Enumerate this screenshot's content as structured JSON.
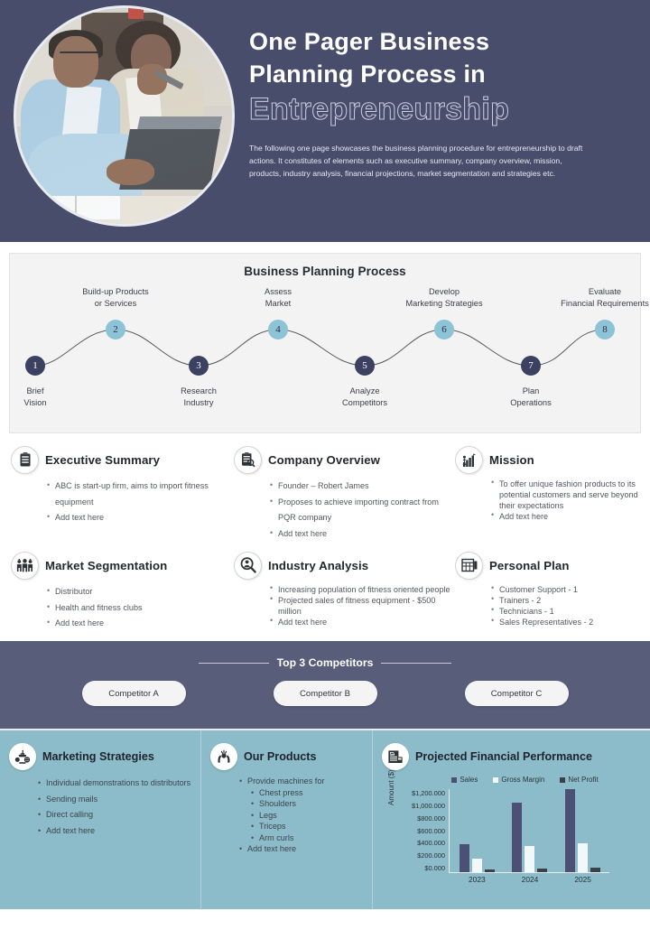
{
  "header": {
    "title_line1": "One Pager Business",
    "title_line2": "Planning Process in",
    "title_outline": "Entrepreneurship",
    "description": "The following one page showcases the business planning procedure for entrepreneurship to draft actions. It constitutes of elements such as executive summary, company overview, mission, products, industry analysis, financial projections, market segmentation and strategies etc.",
    "photo_alt": "business-meeting-photo"
  },
  "process": {
    "title": "Business Planning Process",
    "nodes": [
      {
        "num": "1",
        "label_line1": "Brief",
        "label_line2": "Vision",
        "position": "below",
        "tone": "dark"
      },
      {
        "num": "2",
        "label_line1": "Build-up Products",
        "label_line2": "or Services",
        "position": "above",
        "tone": "light"
      },
      {
        "num": "3",
        "label_line1": "Research",
        "label_line2": "Industry",
        "position": "below",
        "tone": "dark"
      },
      {
        "num": "4",
        "label_line1": "Assess",
        "label_line2": "Market",
        "position": "above",
        "tone": "light"
      },
      {
        "num": "5",
        "label_line1": "Analyze",
        "label_line2": "Competitors",
        "position": "below",
        "tone": "dark"
      },
      {
        "num": "6",
        "label_line1": "Develop",
        "label_line2": "Marketing Strategies",
        "position": "above",
        "tone": "light"
      },
      {
        "num": "7",
        "label_line1": "Plan",
        "label_line2": "Operations",
        "position": "below",
        "tone": "dark"
      },
      {
        "num": "8",
        "label_line1": "Evaluate",
        "label_line2": "Financial Requirements",
        "position": "above",
        "tone": "light"
      }
    ]
  },
  "cards": [
    {
      "icon": "clipboard-checklist-icon",
      "title": "Executive Summary",
      "bullets": [
        "ABC is start-up firm, aims to import fitness equipment",
        "Add text here"
      ],
      "spacing": "loose"
    },
    {
      "icon": "clipboard-search-icon",
      "title": "Company Overview",
      "bullets": [
        "Founder – Robert James",
        "Proposes to achieve importing contract from PQR company",
        "Add text here"
      ],
      "spacing": "loose"
    },
    {
      "icon": "growth-chart-icon",
      "title": "Mission",
      "bullets": [
        "To offer unique fashion products to its potential customers and serve beyond their expectations",
        "Add text here"
      ],
      "spacing": "tight"
    },
    {
      "icon": "people-group-icon",
      "title": "Market Segmentation",
      "bullets": [
        "Distributor",
        "Health and fitness clubs",
        "Add text here"
      ],
      "spacing": "loose"
    },
    {
      "icon": "magnifier-person-icon",
      "title": "Industry Analysis",
      "bullets": [
        "Increasing population of fitness oriented people",
        "Projected sales of fitness equipment - $500 million",
        "Add text here"
      ],
      "spacing": "tight"
    },
    {
      "icon": "calendar-table-icon",
      "title": "Personal Plan",
      "bullets": [
        "Customer Support - 1",
        "Trainers - 2",
        "Technicians - 1",
        "Sales Representatives - 2"
      ],
      "spacing": "tight"
    }
  ],
  "competitors": {
    "title": "Top 3 Competitors",
    "items": [
      "Competitor  A",
      "Competitor  B",
      "Competitor  C"
    ]
  },
  "bottom": {
    "marketing": {
      "icon": "strategy-chess-icon",
      "title": "Marketing Strategies",
      "bullets": [
        "Individual demonstrations to distributors",
        "Sending mails",
        "Direct calling",
        "Add text here"
      ]
    },
    "products": {
      "icon": "hands-care-icon",
      "title": "Our Products",
      "bullets": [
        {
          "text": "Provide  machines for",
          "level": 0
        },
        {
          "text": "Chest press",
          "level": 1
        },
        {
          "text": "Shoulders",
          "level": 1
        },
        {
          "text": "Legs",
          "level": 1
        },
        {
          "text": "Triceps",
          "level": 1
        },
        {
          "text": "Arm curls",
          "level": 1
        },
        {
          "text": "Add text here",
          "level": 0
        }
      ]
    },
    "financial": {
      "icon": "financial-report-icon",
      "title": "Projected Financial Performance"
    }
  },
  "chart_data": {
    "type": "bar",
    "title": "Projected Financial Performance",
    "xlabel": "",
    "ylabel": "Amount ($)",
    "categories": [
      "2023",
      "2024",
      "2025"
    ],
    "series": [
      {
        "name": "Sales",
        "values": [
          400000,
          1000000,
          1200000
        ],
        "color": "#4c5074"
      },
      {
        "name": "Gross Margin",
        "values": [
          200000,
          380000,
          420000
        ],
        "color": "#f2f7f9"
      },
      {
        "name": "Net Profit",
        "values": [
          40000,
          50000,
          70000
        ],
        "color": "#3b4149"
      }
    ],
    "ylim": [
      0,
      1200000
    ],
    "yticks": [
      "$0.000",
      "$200.000",
      "$400.000",
      "$600.000",
      "$800.000",
      "$1,000.000",
      "$1,200.000"
    ],
    "grid": false,
    "legend_position": "top"
  },
  "colors": {
    "header_bg": "#484d6b",
    "competitor_bg": "#585d7a",
    "bottom_bg": "#8cbcc9",
    "node_dark": "#3c4161",
    "node_light": "#8cc3d6",
    "process_bg": "#f3f3f4"
  }
}
